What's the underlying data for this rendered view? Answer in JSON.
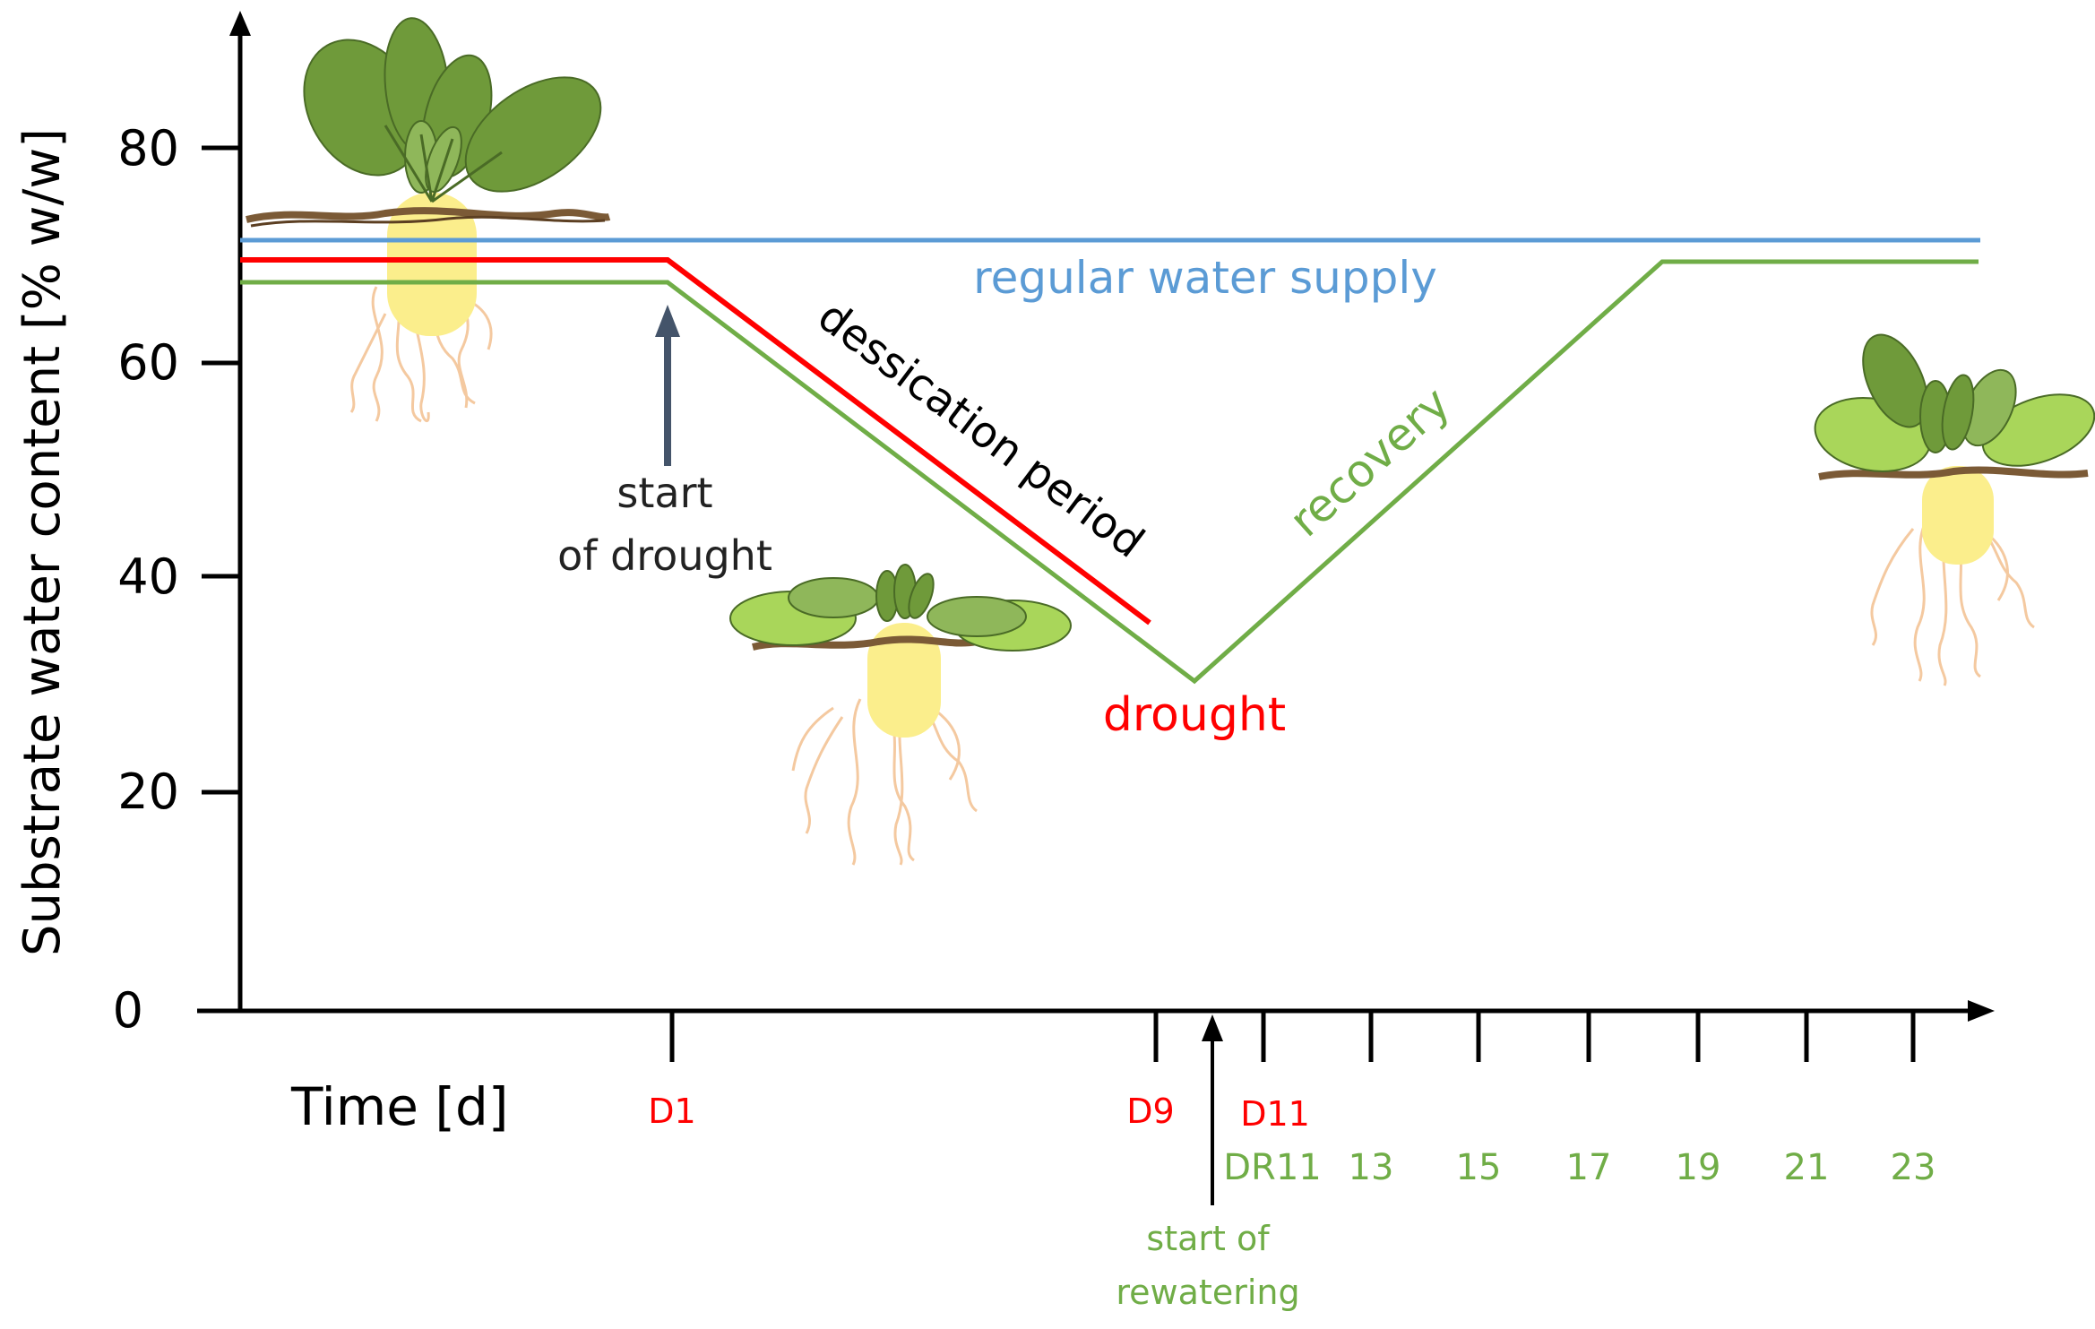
{
  "colors": {
    "axis": "#000000",
    "regular": "#5b9bd5",
    "drought": "#ff0000",
    "recovery": "#70ad47",
    "arrow_start": "#44546a",
    "leaf_dark": "#6f9a3a",
    "leaf_light": "#a9d65a",
    "root": "#f4c9a0",
    "tuber": "#fbee8c",
    "soil": "#7b5a36"
  },
  "axes": {
    "y_label": "Substrate water content [% w/w]",
    "y_ticks": [
      "0",
      "20",
      "40",
      "60",
      "80"
    ],
    "x_label": "Time [d]"
  },
  "x_ticks": {
    "drought": [
      "D1",
      "D9",
      "D11"
    ],
    "recovery": [
      "DR11",
      "13",
      "15",
      "17",
      "19",
      "21",
      "23"
    ]
  },
  "labels": {
    "regular": "regular water supply",
    "dessication": "dessication period",
    "drought": "drought",
    "recovery": "recovery",
    "start_drought_1": "start",
    "start_drought_2": "of drought",
    "rewater_1": "start of",
    "rewater_2": "rewatering"
  },
  "icons": {
    "healthy_plant": "healthy-plant-icon",
    "stressed_plant": "drought-stressed-plant-icon",
    "recovered_plant": "recovered-plant-icon"
  }
}
